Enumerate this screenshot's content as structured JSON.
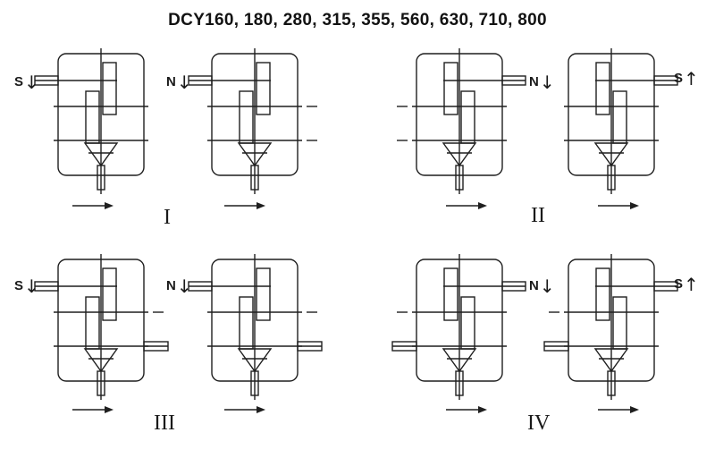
{
  "title": "DCY160, 180, 280, 315, 355, 560, 630, 710, 800",
  "group_labels": [
    "I",
    "II",
    "III",
    "IV"
  ],
  "units": [
    {
      "label": "S",
      "arrow": "↓"
    },
    {
      "label": "N",
      "arrow": "↓"
    },
    {
      "label": "N",
      "arrow": "↓"
    },
    {
      "label": "S",
      "arrow": "↑"
    },
    {
      "label": "S",
      "arrow": "↓"
    },
    {
      "label": "N",
      "arrow": "↓"
    },
    {
      "label": "N",
      "arrow": "↓"
    },
    {
      "label": "S",
      "arrow": "↑"
    }
  ],
  "colors": {
    "line": "#1f1f1f",
    "background": "#ffffff"
  }
}
